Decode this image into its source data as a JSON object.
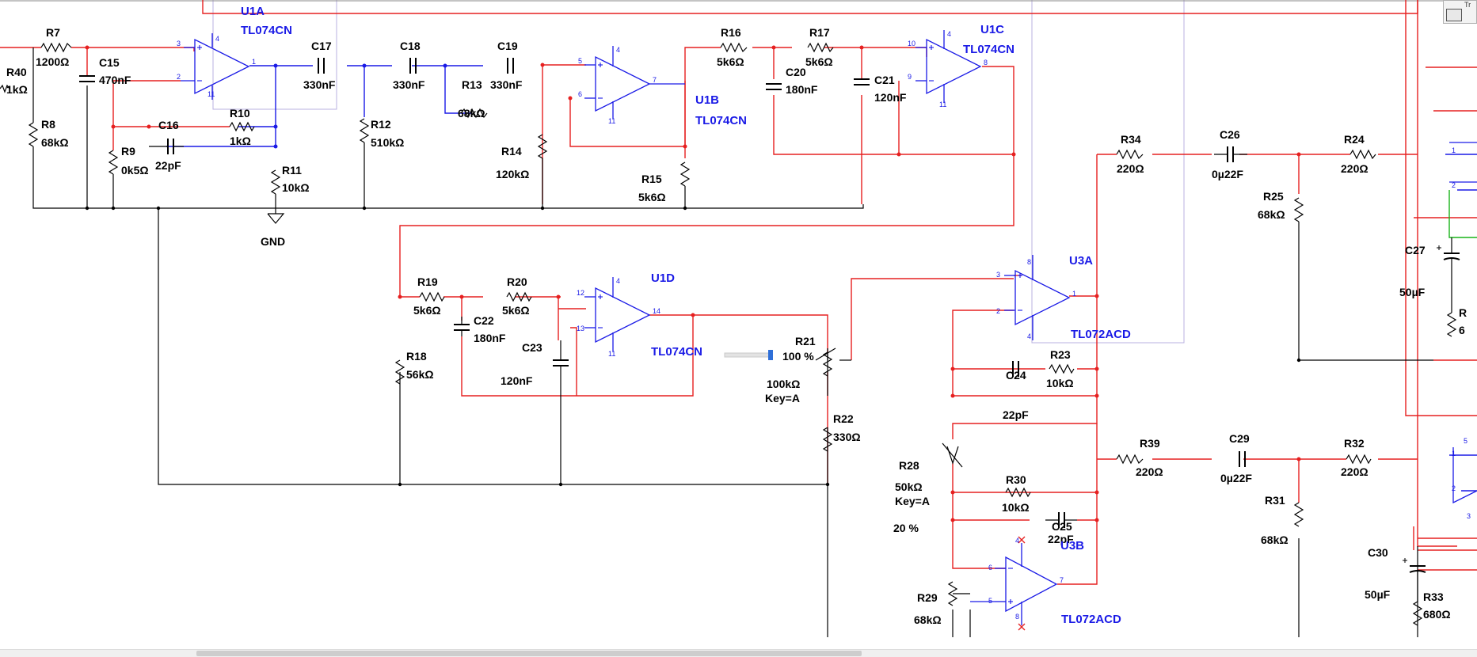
{
  "window": {
    "corner_label": "Tr"
  },
  "components": {
    "R7": {
      "name": "R7",
      "value": "1200Ω"
    },
    "R40": {
      "name": "R40",
      "value": "1kΩ"
    },
    "R8": {
      "name": "R8",
      "value": "68kΩ"
    },
    "C15": {
      "name": "C15",
      "value": "470nF"
    },
    "R9": {
      "name": "R9",
      "value": "0k5Ω"
    },
    "C16": {
      "name": "C16",
      "value": "22pF"
    },
    "R10": {
      "name": "R10",
      "value": "1kΩ"
    },
    "R11": {
      "name": "R11",
      "value": "10kΩ"
    },
    "GND": {
      "name": "GND"
    },
    "U1A": {
      "name": "U1A",
      "model": "TL074CN"
    },
    "C17": {
      "name": "C17",
      "value": "330nF"
    },
    "R12": {
      "name": "R12",
      "value": "510kΩ"
    },
    "C18": {
      "name": "C18",
      "value": "330nF"
    },
    "C19": {
      "name": "C19",
      "value": "330nF"
    },
    "R13": {
      "name": "R13",
      "value": "68kΩ"
    },
    "R14": {
      "name": "R14",
      "value": "120kΩ"
    },
    "U1B": {
      "name": "U1B",
      "model": "TL074CN"
    },
    "R15": {
      "name": "R15",
      "value": "5k6Ω"
    },
    "R16": {
      "name": "R16",
      "value": "5k6Ω"
    },
    "R17": {
      "name": "R17",
      "value": "5k6Ω"
    },
    "C20": {
      "name": "C20",
      "value": "180nF"
    },
    "C21": {
      "name": "C21",
      "value": "120nF"
    },
    "U1C": {
      "name": "U1C",
      "model": "TL074CN"
    },
    "R34": {
      "name": "R34",
      "value": "220Ω"
    },
    "C26": {
      "name": "C26",
      "value": "0µ22F"
    },
    "R24": {
      "name": "R24",
      "value": "220Ω"
    },
    "R25": {
      "name": "R25",
      "value": "68kΩ"
    },
    "C27": {
      "name": "C27",
      "value": "50µF"
    },
    "R_partial": {
      "name": "R",
      "value": "6"
    },
    "R19": {
      "name": "R19",
      "value": "5k6Ω"
    },
    "R20": {
      "name": "R20",
      "value": "5k6Ω"
    },
    "C22": {
      "name": "C22",
      "value": "180nF"
    },
    "C23": {
      "name": "C23",
      "value": "120nF"
    },
    "R18": {
      "name": "R18",
      "value": "56kΩ"
    },
    "U1D": {
      "name": "U1D",
      "model": "TL074CN"
    },
    "R21": {
      "name": "R21",
      "percent": "100 %",
      "value": "100kΩ",
      "key": "Key=A"
    },
    "R22": {
      "name": "R22",
      "value": "330Ω"
    },
    "U3A": {
      "name": "U3A",
      "model": "TL072ACD"
    },
    "R23": {
      "name": "R23",
      "value": "10kΩ"
    },
    "C24": {
      "name": "C24",
      "value": "22pF"
    },
    "R28": {
      "name": "R28",
      "value": "50kΩ",
      "key": "Key=A",
      "percent": "20 %"
    },
    "R30": {
      "name": "R30",
      "value": "10kΩ"
    },
    "C25": {
      "name": "C25",
      "value": "22pF"
    },
    "U3B": {
      "name": "U3B",
      "model": "TL072ACD"
    },
    "R29": {
      "name": "R29",
      "value": "68kΩ"
    },
    "R39": {
      "name": "R39",
      "value": "220Ω"
    },
    "C29": {
      "name": "C29",
      "value": "0µ22F"
    },
    "R32": {
      "name": "R32",
      "value": "220Ω"
    },
    "R31": {
      "name": "R31",
      "value": "68kΩ"
    },
    "C30": {
      "name": "C30",
      "value": "50µF"
    },
    "R33": {
      "name": "R33",
      "value": "680Ω"
    }
  },
  "pins": {
    "p1": "1",
    "p2": "2",
    "p3": "3",
    "p4": "4",
    "p5": "5",
    "p6": "6",
    "p7": "7",
    "p8": "8",
    "p9": "9",
    "p10": "10",
    "p11": "11",
    "p12": "12",
    "p13": "13",
    "p14": "14"
  },
  "colors": {
    "wire_red": "#e62020",
    "wire_blue": "#1a1ae6",
    "wire_black": "#000000",
    "part_blue": "#1a1ae6",
    "slider_blue": "#2f6fd8"
  }
}
